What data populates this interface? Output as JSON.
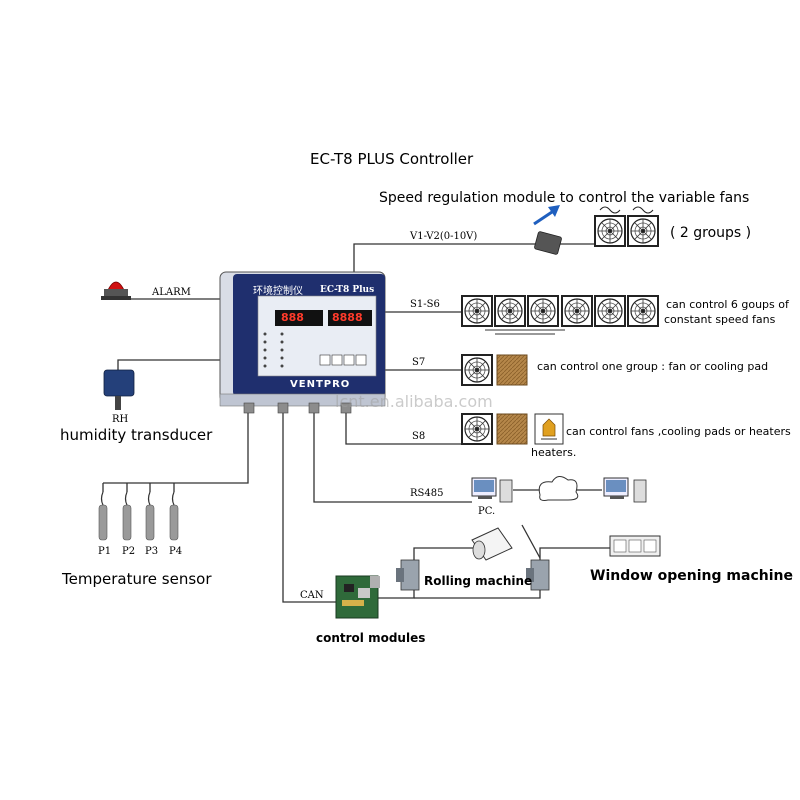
{
  "title": "EC-T8 PLUS Controller",
  "speed_note": "Speed regulation module to control the variable fans",
  "groups_note": "( 2 groups )",
  "ports": {
    "v1v2": "V1-V2(0-10V)",
    "alarm": "ALARM",
    "s1s6": "S1-S6",
    "s7": "S7",
    "s8": "S8",
    "rs485": "RS485",
    "can": "CAN",
    "rh": "RH"
  },
  "notes": {
    "s1s6_line1": "can control 6 goups of",
    "s1s6_line2": "constant speed fans",
    "s7": "can control one group : fan or cooling pad",
    "s8_line1": "can control fans ,cooling pads or heaters",
    "s8_line2": "heaters."
  },
  "device": {
    "chinese_title": "环境控制仪",
    "model": "EC-T8 Plus",
    "brand": "VENTPRO",
    "display_left": "888",
    "display_right": "8888"
  },
  "labels": {
    "humidity": "humidity transducer",
    "temperature": "Temperature sensor",
    "pc": "PC.",
    "rolling": "Rolling machine",
    "window": "Window opening machine",
    "modules": "control modules"
  },
  "probes": [
    "P1",
    "P2",
    "P3",
    "P4"
  ],
  "watermark": "lcnt.en.alibaba.com",
  "colors": {
    "panel": "#1f2f6e",
    "pad": "#b5874a",
    "arrow": "#1f5fbf",
    "line": "#333333"
  }
}
